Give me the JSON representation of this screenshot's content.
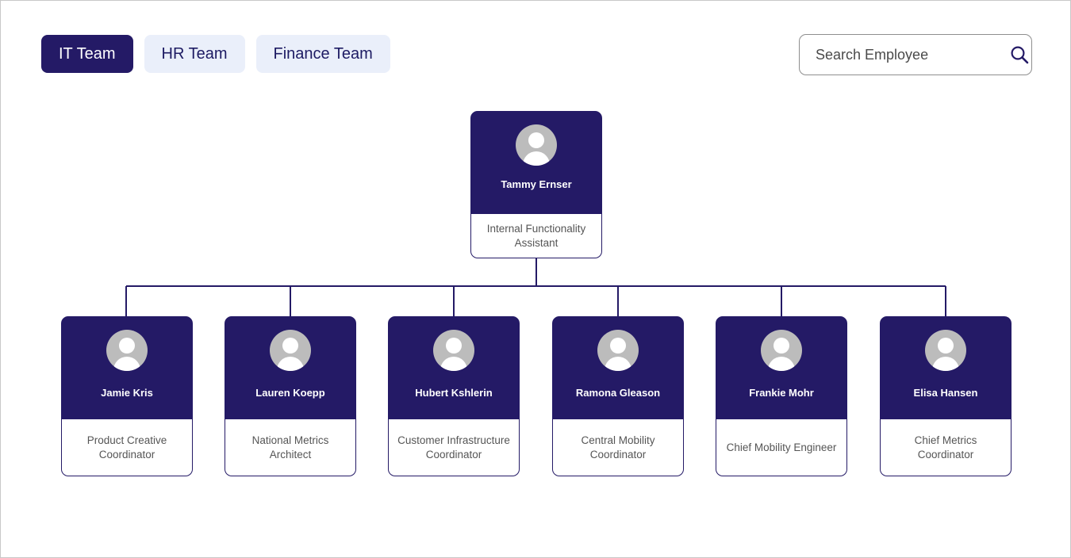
{
  "theme": {
    "navy": "#241a66",
    "tab_inactive_bg": "#eaeffa",
    "avatar_grey": "#bcbcbc",
    "title_text": "#555555",
    "page_border": "#c8c8c8"
  },
  "toolbar": {
    "tabs": [
      {
        "label": "IT Team",
        "active": true
      },
      {
        "label": "HR Team",
        "active": false
      },
      {
        "label": "Finance Team",
        "active": false
      }
    ],
    "search": {
      "placeholder": "Search Employee",
      "value": "",
      "icon": "search-icon"
    }
  },
  "org_chart": {
    "root": {
      "name": "Tammy Ernser",
      "title": "Internal Functionality Assistant",
      "avatar": "user-avatar-icon"
    },
    "children": [
      {
        "name": "Jamie Kris",
        "title": "Product Creative Coordinator",
        "avatar": "user-avatar-icon"
      },
      {
        "name": "Lauren Koepp",
        "title": "National Metrics Architect",
        "avatar": "user-avatar-icon"
      },
      {
        "name": "Hubert Kshlerin",
        "title": "Customer Infrastructure Coordinator",
        "avatar": "user-avatar-icon"
      },
      {
        "name": "Ramona Gleason",
        "title": "Central Mobility Coordinator",
        "avatar": "user-avatar-icon"
      },
      {
        "name": "Frankie Mohr",
        "title": "Chief Mobility Engineer",
        "avatar": "user-avatar-icon"
      },
      {
        "name": "Elisa Hansen",
        "title": "Chief Metrics Coordinator",
        "avatar": "user-avatar-icon"
      }
    ]
  }
}
